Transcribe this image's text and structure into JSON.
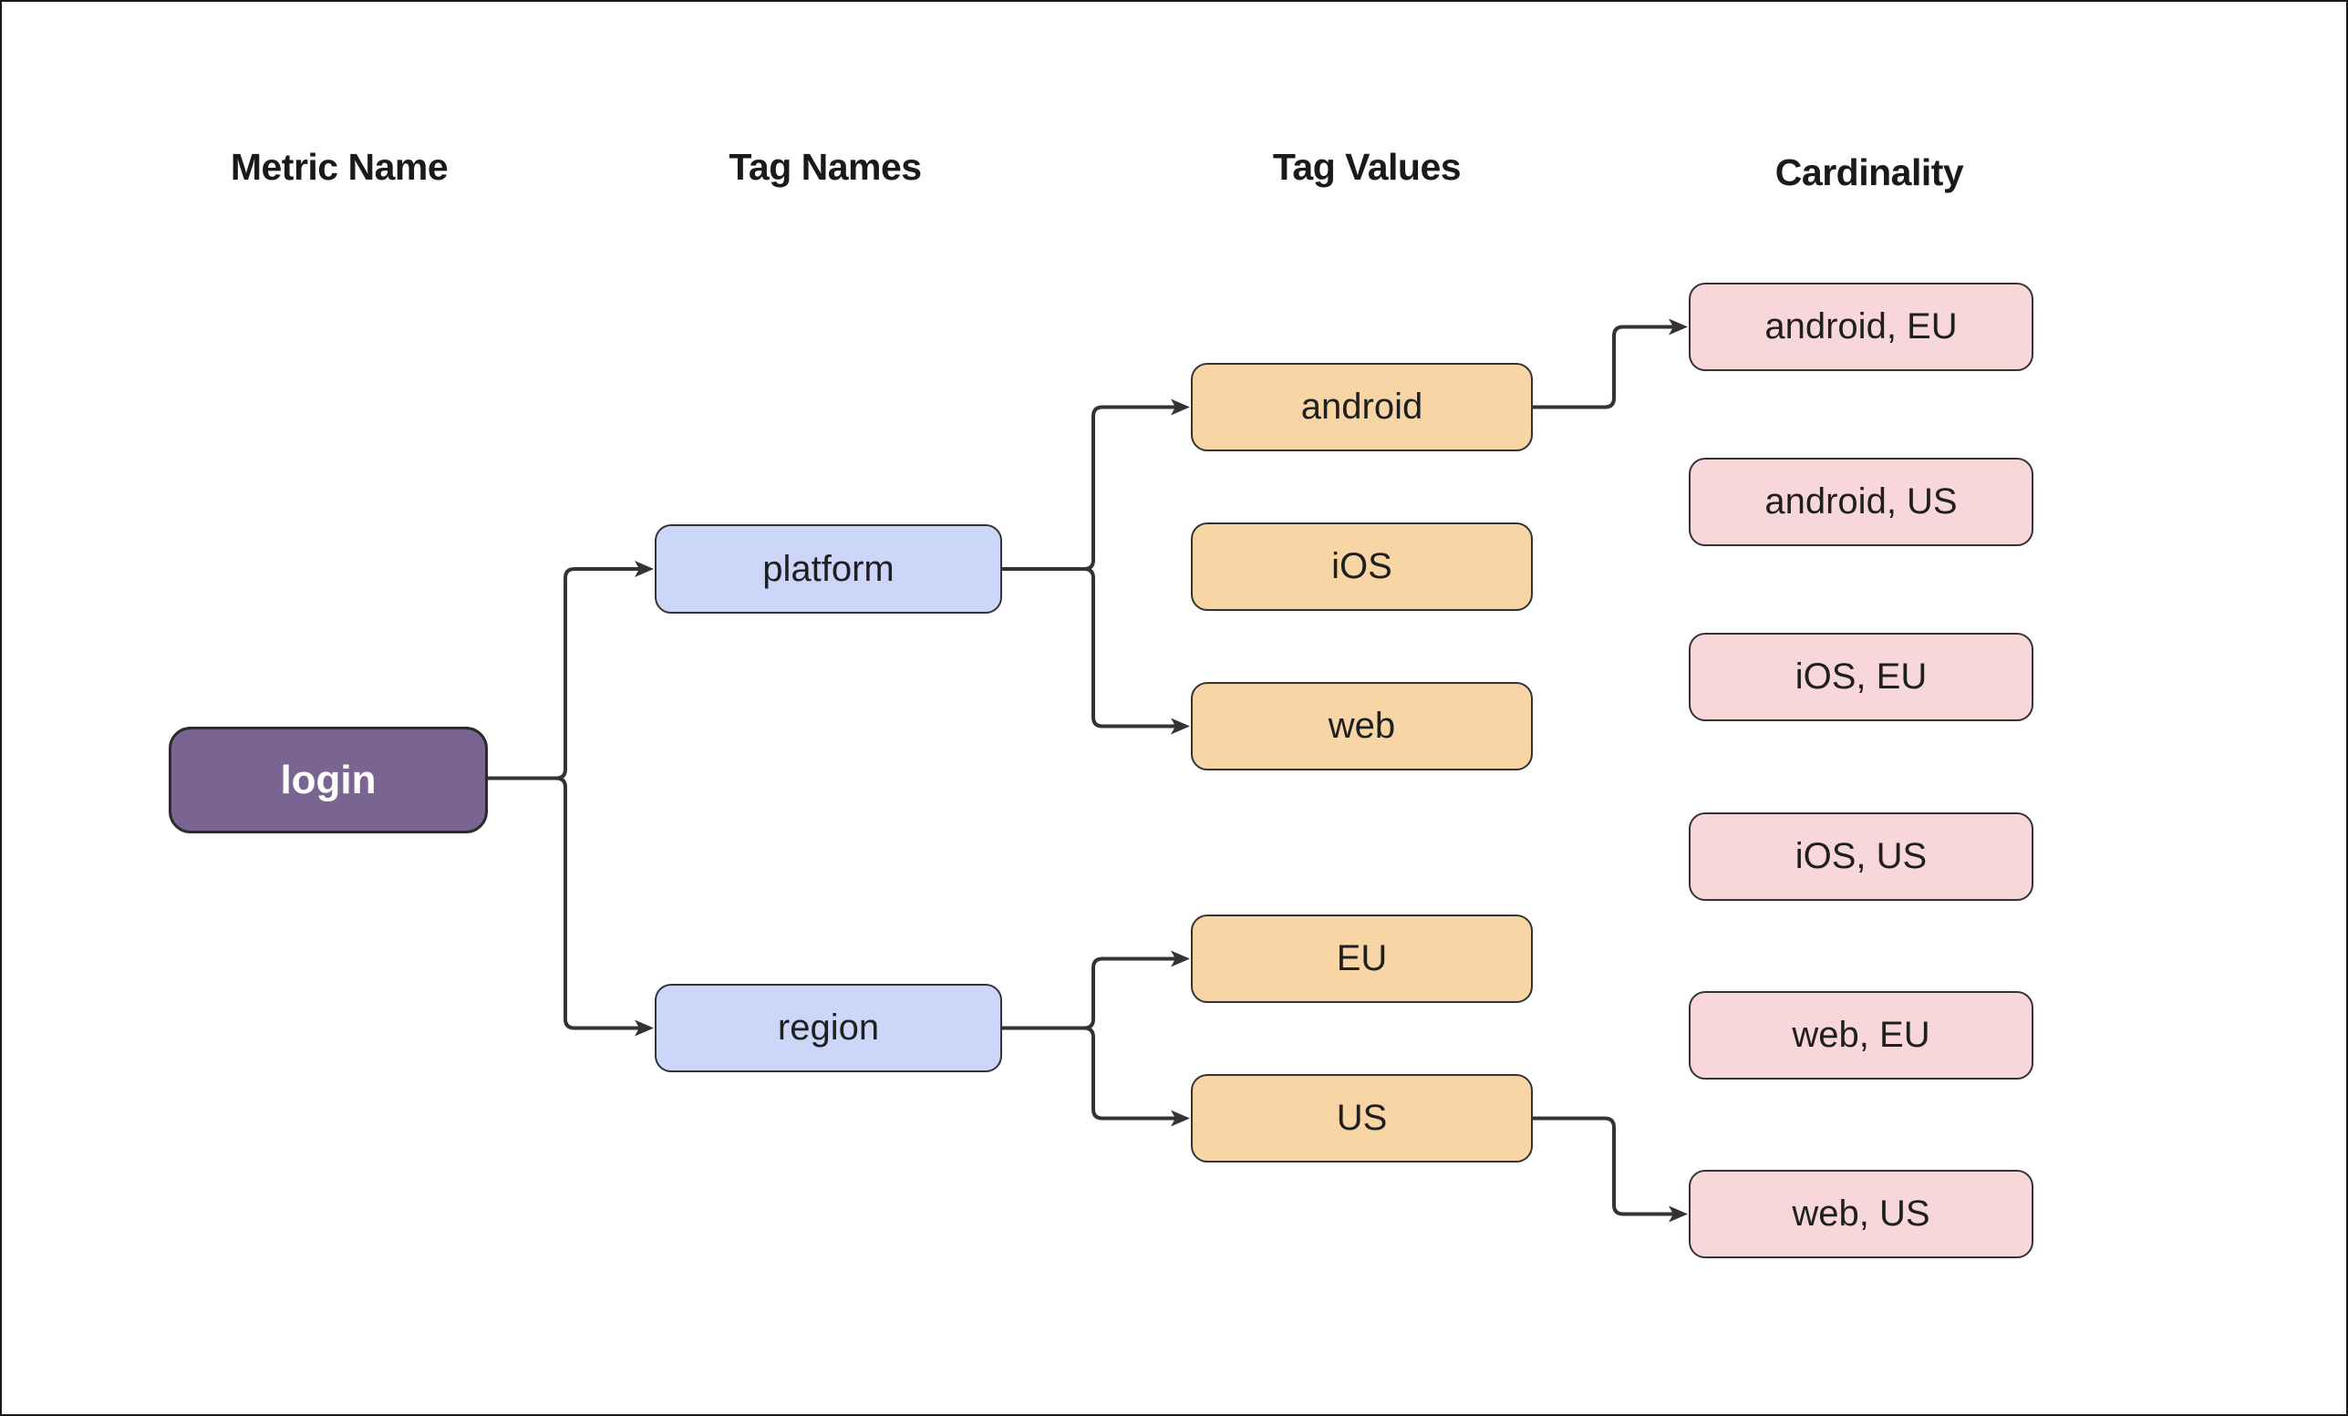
{
  "diagram": {
    "column_headers": [
      {
        "id": "metric-name",
        "label": "Metric Name"
      },
      {
        "id": "tag-names",
        "label": "Tag Names"
      },
      {
        "id": "tag-values",
        "label": "Tag Values"
      },
      {
        "id": "cardinality",
        "label": "Cardinality"
      }
    ],
    "nodes": {
      "login": {
        "label": "login",
        "type": "metric"
      },
      "platform": {
        "label": "platform",
        "type": "tag-name"
      },
      "region": {
        "label": "region",
        "type": "tag-name"
      },
      "android": {
        "label": "android",
        "type": "tag-value"
      },
      "ios": {
        "label": "iOS",
        "type": "tag-value"
      },
      "web": {
        "label": "web",
        "type": "tag-value"
      },
      "eu": {
        "label": "EU",
        "type": "tag-value"
      },
      "us": {
        "label": "US",
        "type": "tag-value"
      },
      "android_eu": {
        "label": "android, EU",
        "type": "cardinality"
      },
      "android_us": {
        "label": "android, US",
        "type": "cardinality"
      },
      "ios_eu": {
        "label": "iOS, EU",
        "type": "cardinality"
      },
      "ios_us": {
        "label": "iOS, US",
        "type": "cardinality"
      },
      "web_eu": {
        "label": "web, EU",
        "type": "cardinality"
      },
      "web_us": {
        "label": "web, US",
        "type": "cardinality"
      }
    },
    "edges": [
      {
        "from": "login",
        "to": "platform"
      },
      {
        "from": "login",
        "to": "region"
      },
      {
        "from": "platform",
        "to": "android"
      },
      {
        "from": "platform",
        "to": "web"
      },
      {
        "from": "region",
        "to": "eu"
      },
      {
        "from": "region",
        "to": "us"
      },
      {
        "from": "android",
        "to": "android_eu"
      },
      {
        "from": "us",
        "to": "web_us"
      }
    ],
    "colors": {
      "background": "#FFFFFF",
      "frame_border": "#1A1A1A",
      "metric_fill": "#7A6592",
      "metric_border": "#2B2B2B",
      "metric_text": "#FFFFFF",
      "tag_name_fill": "#CCD6F8",
      "tag_value_fill": "#F8D5A4",
      "cardinality_fill": "#F8D7DA",
      "node_border": "#333333",
      "node_text": "#1F1F1F",
      "connector": "#333333",
      "header_text": "#1A1A1A"
    }
  }
}
